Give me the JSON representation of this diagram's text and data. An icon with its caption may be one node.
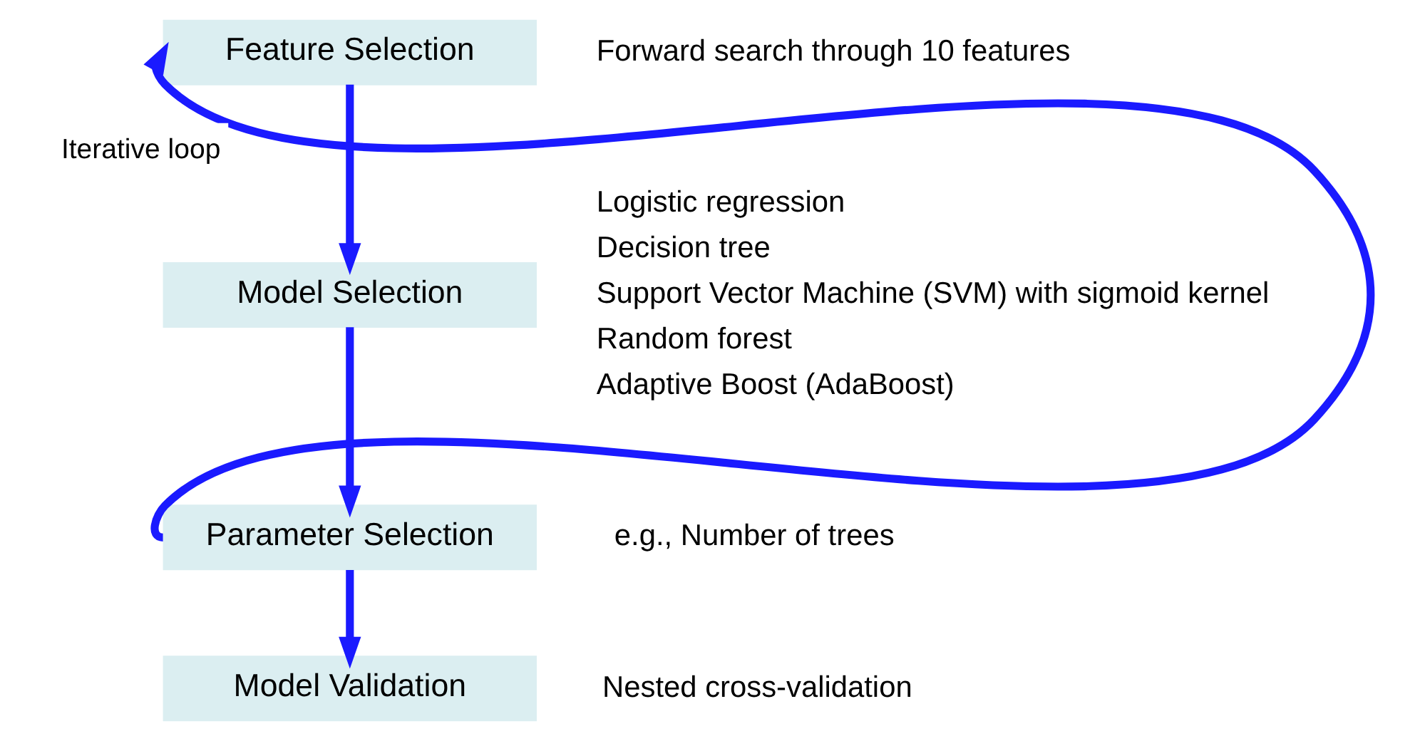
{
  "diagram": {
    "nodes": [
      {
        "text": [
          "Feature Selection"
        ],
        "beside": [
          "Forward search through 10 features"
        ]
      },
      {
        "text": [
          "Model Selection"
        ],
        "beside": [
          "Logistic regression",
          "Decision tree",
          "Support Vector Machine (SVM) with sigmoid kernel",
          "Random forest",
          "Adaptive Boost (AdaBoost)"
        ]
      },
      {
        "text": [
          "Parameter Selection"
        ],
        "beside": [
          "e.g., Number of trees"
        ]
      },
      {
        "text": [
          "Model Validation"
        ],
        "beside": [
          "Nested cross-validation"
        ]
      }
    ],
    "edges": [
      {
        "from": 0,
        "to": 1,
        "arrow": "to"
      },
      {
        "from": 1,
        "to": 2,
        "arrow": "to"
      },
      {
        "from": 2,
        "to": 3,
        "arrow": "to"
      },
      {
        "from": 2,
        "to": 0,
        "arrow": "to",
        "label": "Iterative loop"
      }
    ]
  }
}
